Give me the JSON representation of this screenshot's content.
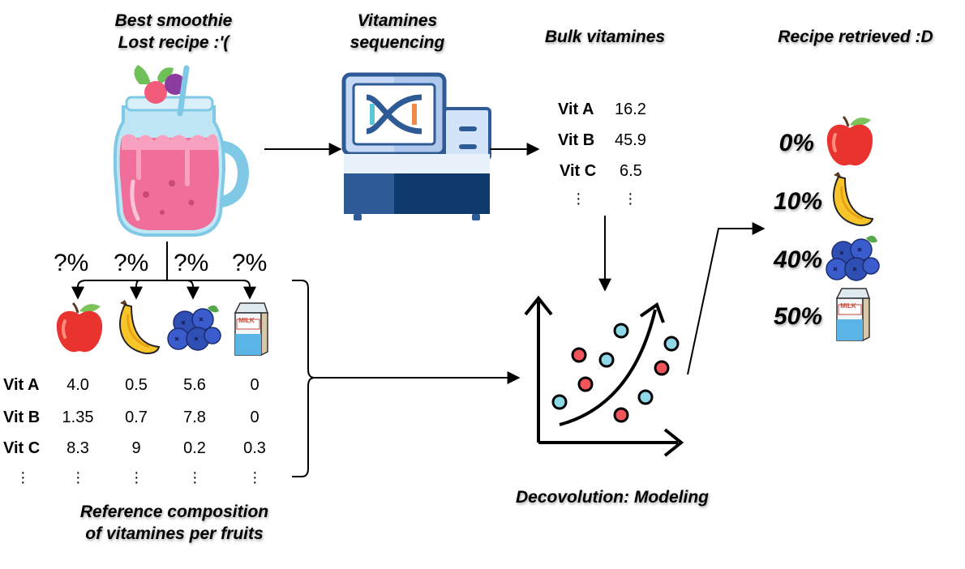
{
  "labels": {
    "smoothie_line1": "Best smoothie",
    "smoothie_line2": "Lost recipe :'(",
    "sequencing_line1": "Vitamines",
    "sequencing_line2": "sequencing",
    "bulk": "Bulk vitamines",
    "retrieved": "Recipe retrieved :D",
    "modeling": "Decovolution: Modeling",
    "reference_line1": "Reference composition",
    "reference_line2": "of vitamines per fruits"
  },
  "unknown_fraction": "?%",
  "bulk_vitamines": [
    {
      "name": "Vit A",
      "value": "16.2"
    },
    {
      "name": "Vit B",
      "value": "45.9"
    },
    {
      "name": "Vit C",
      "value": "6.5"
    }
  ],
  "reference_table": {
    "ingredients": [
      "apple",
      "banana",
      "blueberries",
      "milk"
    ],
    "rows": [
      {
        "name": "Vit A",
        "values": [
          "4.0",
          "0.5",
          "5.6",
          "0"
        ]
      },
      {
        "name": "Vit B",
        "values": [
          "1.35",
          "0.7",
          "7.8",
          "0"
        ]
      },
      {
        "name": "Vit C",
        "values": [
          "8.3",
          "9",
          "0.2",
          "0.3"
        ]
      }
    ]
  },
  "recipe": [
    {
      "ingredient": "apple",
      "percent": "0%"
    },
    {
      "ingredient": "banana",
      "percent": "10%"
    },
    {
      "ingredient": "blueberries",
      "percent": "40%"
    },
    {
      "ingredient": "milk",
      "percent": "50%"
    }
  ],
  "colors": {
    "smoothie": "#f06f9a",
    "machine": "#2e5a96",
    "point_red": "#f2545b",
    "point_blue": "#8ed8e8"
  },
  "icons": {
    "milk_text": "MILK"
  }
}
